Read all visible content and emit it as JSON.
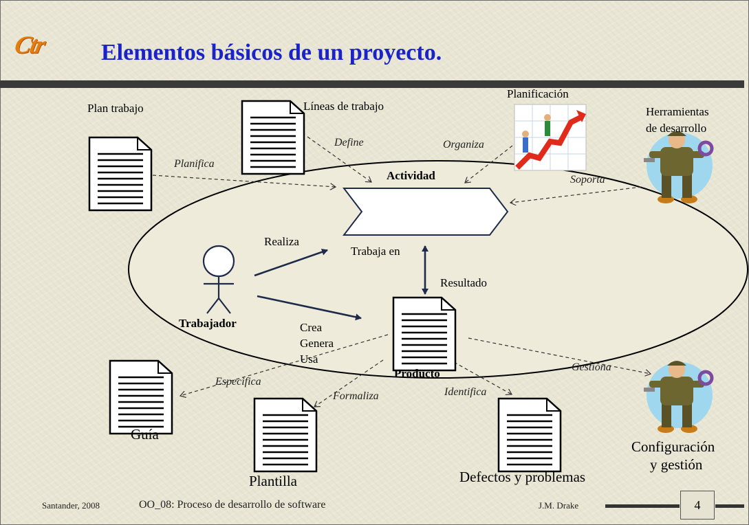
{
  "slide": {
    "logo_text": "Ctr",
    "title": "Elementos básicos de un proyecto.",
    "footer": {
      "left": "Santander, 2008",
      "center": "OO_08: Proceso de desarrollo de software",
      "right": "J.M. Drake",
      "page": "4"
    }
  },
  "diagram": {
    "nodes": {
      "activity": "Actividad",
      "worker": "Trabajador",
      "product": "Producto",
      "plan": "Plan trabajo",
      "lines": "Líneas de trabajo",
      "planning": "Planificación",
      "dev_tools_1": "Herramientas",
      "dev_tools_2": "de desarrollo",
      "guide": "Guía",
      "template": "Plantilla",
      "defects": "Defectos y problemas",
      "config_1": "Configuración",
      "config_2": "y gestión"
    },
    "relations": {
      "realiza": "Realiza",
      "trabaja_en": "Trabaja en",
      "resultado": "Resultado",
      "crea": "Crea",
      "genera": "Genera",
      "usa": "Usa",
      "planifica": "Planifica",
      "define": "Define",
      "organiza": "Organiza",
      "soporta": "Soporta",
      "especifica": "Especifica",
      "formaliza": "Formaliza",
      "identifica": "Identifica",
      "gestiona": "Gestiona"
    }
  }
}
